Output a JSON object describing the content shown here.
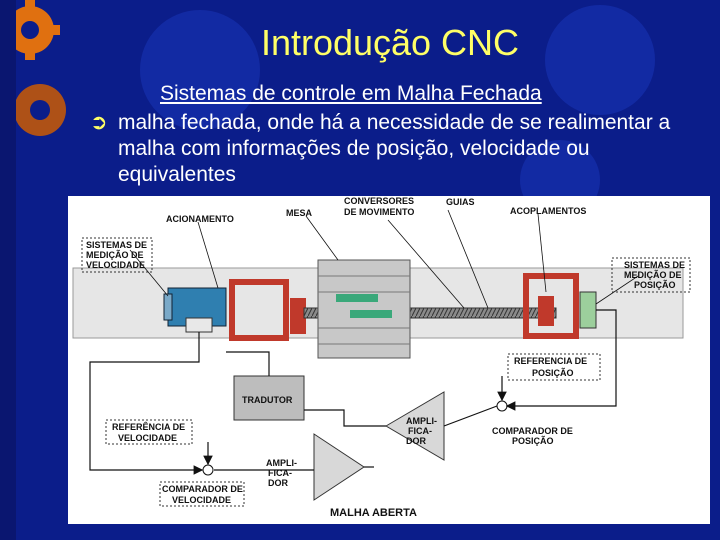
{
  "slide": {
    "title": "Introdução CNC",
    "subtitle": "Sistemas de controle em Malha Fechada",
    "bullet_mark": "➲",
    "bullet_text": "malha fechada, onde há a necessidade de se realimentar a malha com informações de posição, velocidade ou equivalentes"
  },
  "diagram": {
    "labels": {
      "acionamento": "ACIONAMENTO",
      "mesa": "MESA",
      "conversores_1": "CONVERSORES",
      "conversores_2": "DE MOVIMENTO",
      "guias": "GUIAS",
      "acoplamentos": "ACOPLAMENTOS",
      "sis_vel_1": "SISTEMAS DE",
      "sis_vel_2": "MEDIÇÃO DE",
      "sis_vel_3": "VELOCIDADE",
      "sis_pos_1": "SISTEMAS DE",
      "sis_pos_2": "MEDIÇÃO DE",
      "sis_pos_3": "POSIÇÃO",
      "ref_pos_1": "REFERENCIA DE",
      "ref_pos_2": "POSIÇÃO",
      "tradutor": "TRADUTOR",
      "ampli1_1": "AMPLI-",
      "ampli1_2": "FICA-",
      "ampli1_3": "DOR",
      "ampli2_1": "AMPLI-",
      "ampli2_2": "FICA-",
      "ampli2_3": "DOR",
      "comp_pos_1": "COMPARADOR DE",
      "comp_pos_2": "POSIÇÃO",
      "ref_vel_1": "REFERÊNCIA DE",
      "ref_vel_2": "VELOCIDADE",
      "comp_vel_1": "COMPARADOR DE",
      "comp_vel_2": "VELOCIDADE",
      "malha_aberta": "MALHA ABERTA"
    }
  },
  "colors": {
    "background": "#0b1d8a",
    "title": "#ffff66",
    "text": "#ffffff",
    "panel": "#ffffff",
    "motor": "#2f7fb0",
    "coupling": "#c0392b",
    "table": "#c8c8c8"
  }
}
